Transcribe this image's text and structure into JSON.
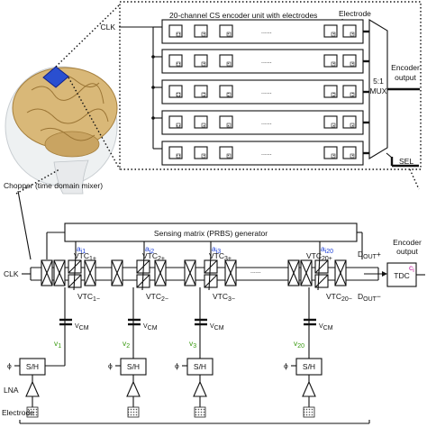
{
  "top_panel": {
    "title": "20-channel CS encoder unit with electrodes",
    "clk": "CLK",
    "electrode": "Electrode",
    "mux": [
      "5:1",
      "MUX"
    ],
    "encoder_output": [
      "Encoder",
      "output"
    ],
    "sel": "SEL",
    "dots": "......"
  },
  "bottom_panel": {
    "chopper": "Chopper (time domain mixer)",
    "prbs": "Sensing matrix (PRBS) generator",
    "clk": "CLK",
    "alpha": [
      "a",
      "i1",
      "i2",
      "i3",
      "i20"
    ],
    "channels": [
      {
        "top_a": "VTC",
        "top_b": "1+",
        "bot_a": "VTC",
        "bot_b": "1−",
        "v": "v",
        "vs": "1"
      },
      {
        "top_a": "VTC",
        "top_b": "2+",
        "bot_a": "VTC",
        "bot_b": "2−",
        "v": "v",
        "vs": "2"
      },
      {
        "top_a": "VTC",
        "top_b": "3+",
        "bot_a": "VTC",
        "bot_b": "3−",
        "v": "v",
        "vs": "3"
      },
      {
        "top_a": "VTC",
        "top_b": "20+",
        "bot_a": "VTC",
        "bot_b": "20−",
        "v": "v",
        "vs": "20"
      }
    ],
    "vcm": [
      "V",
      "CM"
    ],
    "sh": "S/H",
    "phi": "ϕ",
    "tdc": "TDC",
    "dout_p": [
      "D",
      "OUT",
      "+"
    ],
    "dout_m": [
      "D",
      "OUT",
      "−"
    ],
    "encoder_output": [
      "Encoder",
      "output"
    ],
    "ci": [
      "c",
      "i"
    ],
    "lna": "LNA",
    "electrode": "Electrode",
    "dots": "......"
  },
  "colors": {
    "alpha_blue": "#1c3fd8",
    "v_green": "#3a9a12",
    "ci_magenta": "#c0149a",
    "brain": "#d9b878",
    "electrode_patch": "#2a4fd0"
  }
}
